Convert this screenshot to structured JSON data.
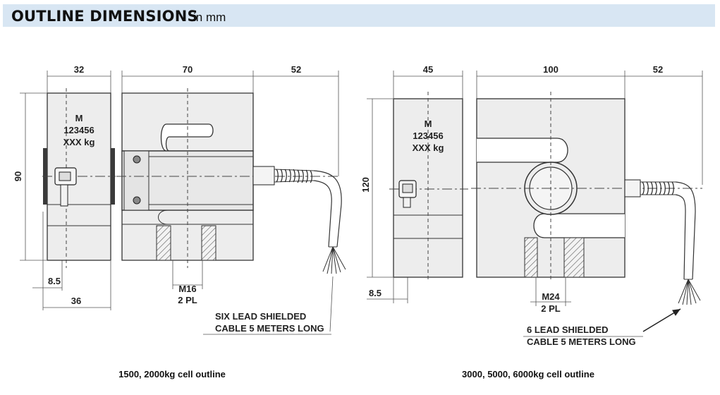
{
  "header": {
    "title": "OUTLINE DIMENSIONS",
    "unit": "in mm"
  },
  "small_cell": {
    "dims": {
      "d32": "32",
      "d70": "70",
      "d52": "52",
      "d90": "90",
      "d8_5": "8.5",
      "d36": "36"
    },
    "label_line1": "M",
    "label_line2": "123456",
    "label_line3": "XXX kg",
    "thread_line1": "M16",
    "thread_line2": "2 PL",
    "cable_line1": "SIX LEAD SHIELDED",
    "cable_line2": "CABLE 5 METERS LONG",
    "caption": "1500, 2000kg cell outline"
  },
  "large_cell": {
    "dims": {
      "d45": "45",
      "d100": "100",
      "d52": "52",
      "d120": "120",
      "d8_5": "8.5"
    },
    "label_line1": "M",
    "label_line2": "123456",
    "label_line3": "XXX kg",
    "thread_line1": "M24",
    "thread_line2": "2 PL",
    "cable_line1": "6 LEAD SHIELDED",
    "cable_line2": "CABLE 5 METERS LONG",
    "caption": "3000, 5000, 6000kg cell outline"
  },
  "colors": {
    "header_band": "#d8e6f3",
    "body_fill": "#ededed",
    "line": "#333333"
  }
}
